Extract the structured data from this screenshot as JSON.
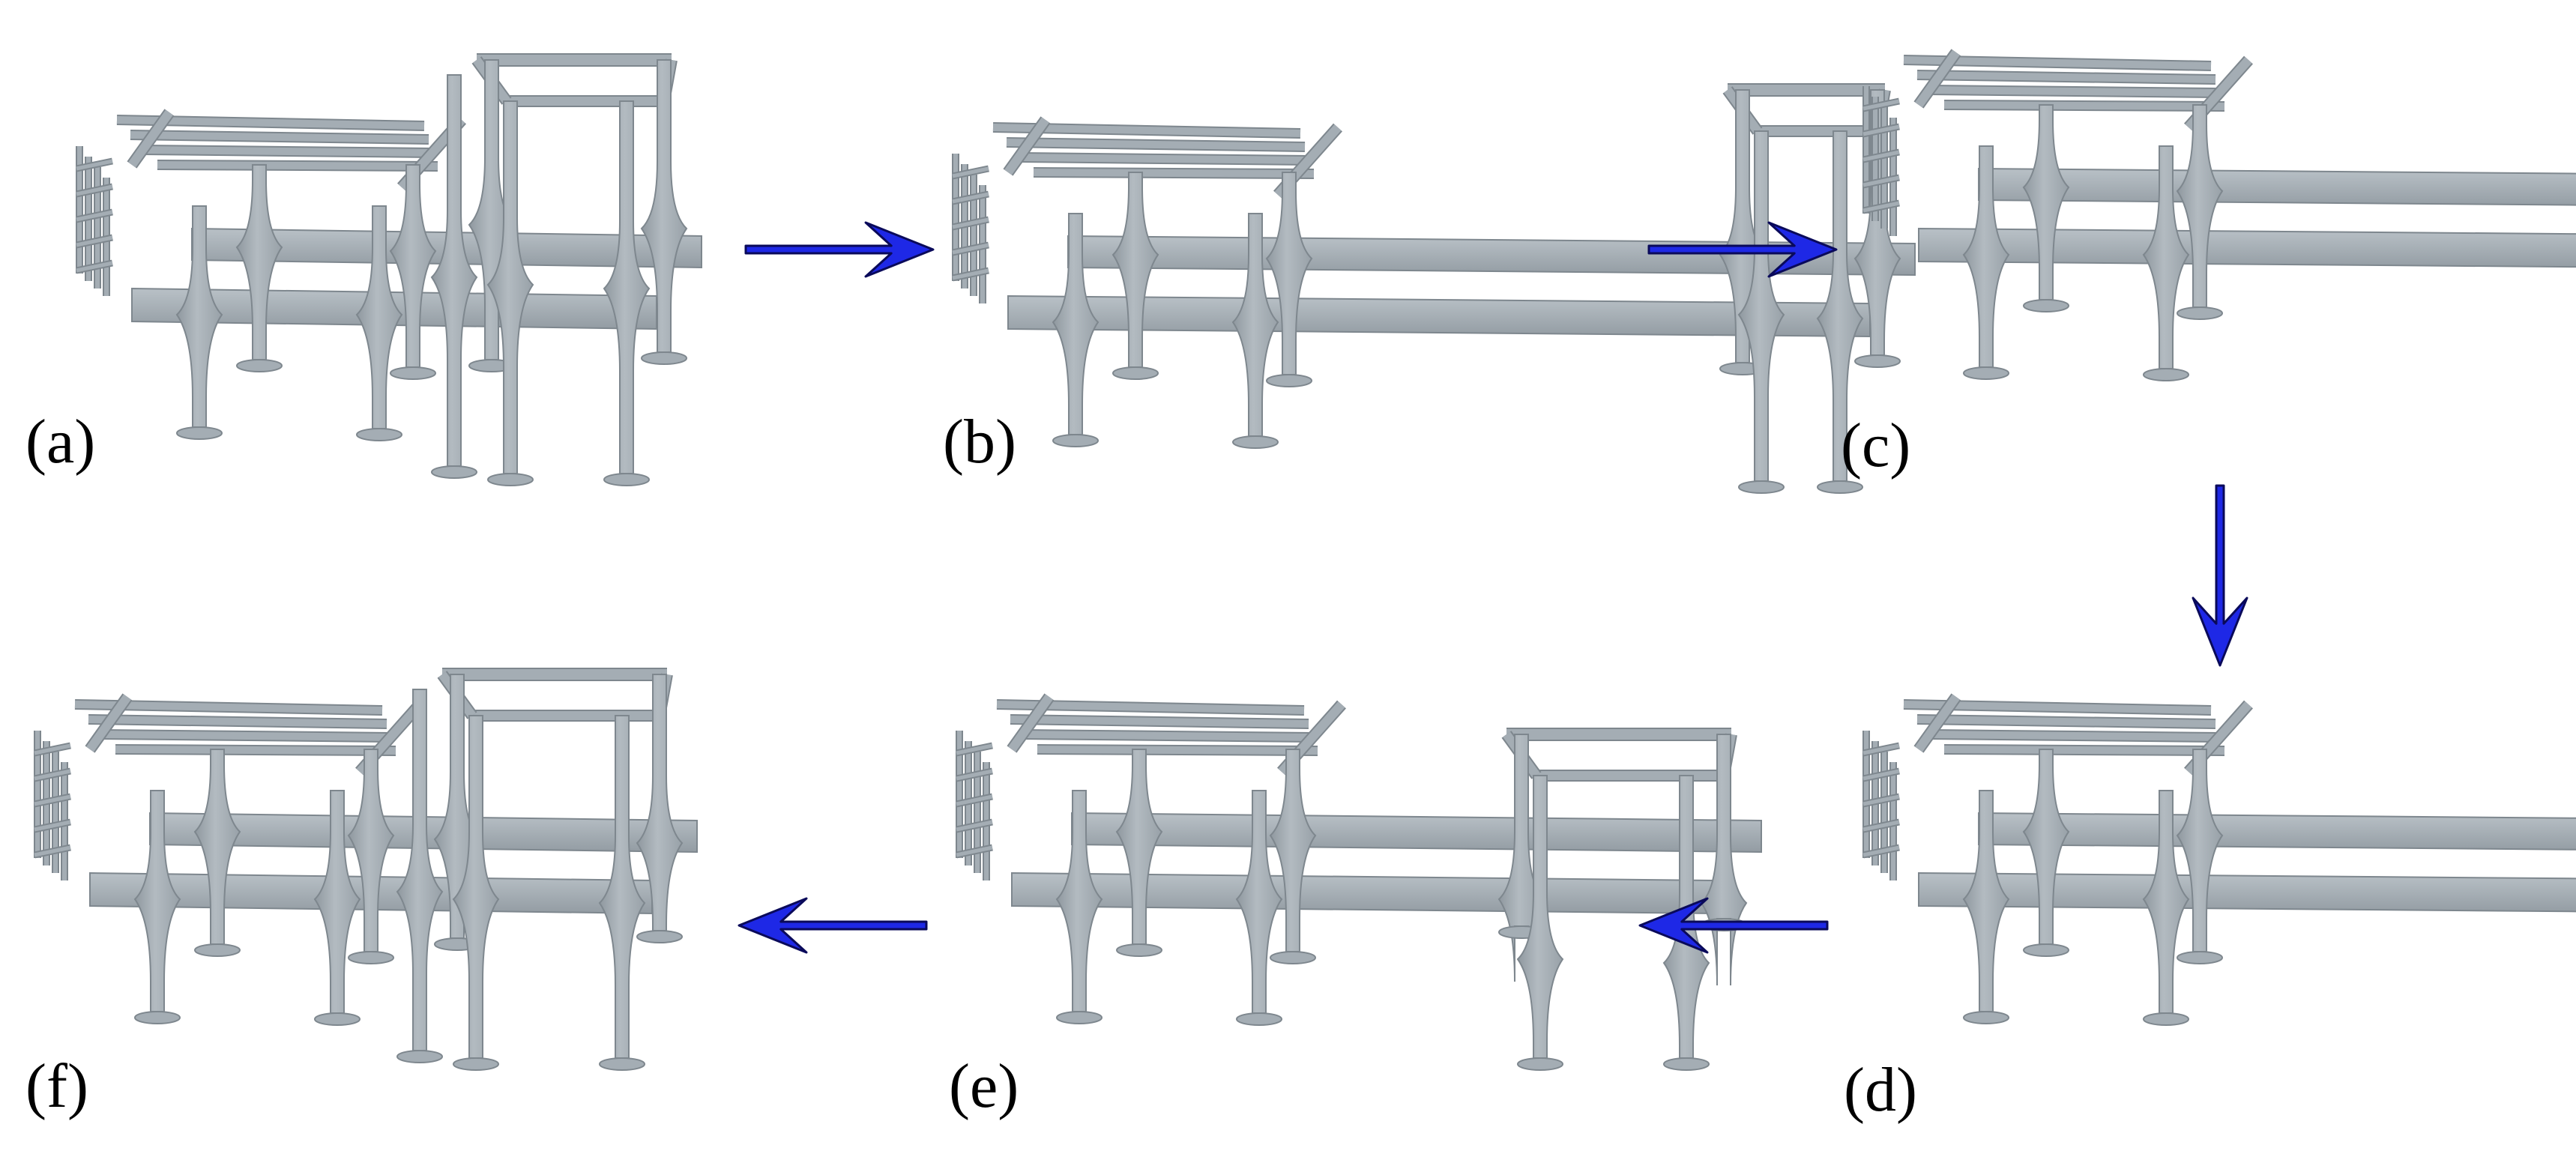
{
  "figure": {
    "background": "#ffffff",
    "structure_color": "#a4adb4",
    "structure_edge": "#7e878e",
    "arrow_fill": "#1e28e6",
    "arrow_stroke": "#0a0a5a"
  },
  "panels": [
    {
      "id": "a",
      "label": "(a)",
      "icon": "steel-frame-stage-a"
    },
    {
      "id": "b",
      "label": "(b)",
      "icon": "steel-frame-stage-b"
    },
    {
      "id": "c",
      "label": "(c)",
      "icon": "steel-frame-stage-c"
    },
    {
      "id": "d",
      "label": "(d)",
      "icon": "steel-frame-stage-d"
    },
    {
      "id": "e",
      "label": "(e)",
      "icon": "steel-frame-stage-e"
    },
    {
      "id": "f",
      "label": "(f)",
      "icon": "steel-frame-stage-f"
    }
  ],
  "arrows": [
    {
      "from": "a",
      "to": "b",
      "direction": "right"
    },
    {
      "from": "b",
      "to": "c",
      "direction": "right"
    },
    {
      "from": "c",
      "to": "d",
      "direction": "down"
    },
    {
      "from": "d",
      "to": "e",
      "direction": "left"
    },
    {
      "from": "e",
      "to": "f",
      "direction": "left"
    }
  ]
}
